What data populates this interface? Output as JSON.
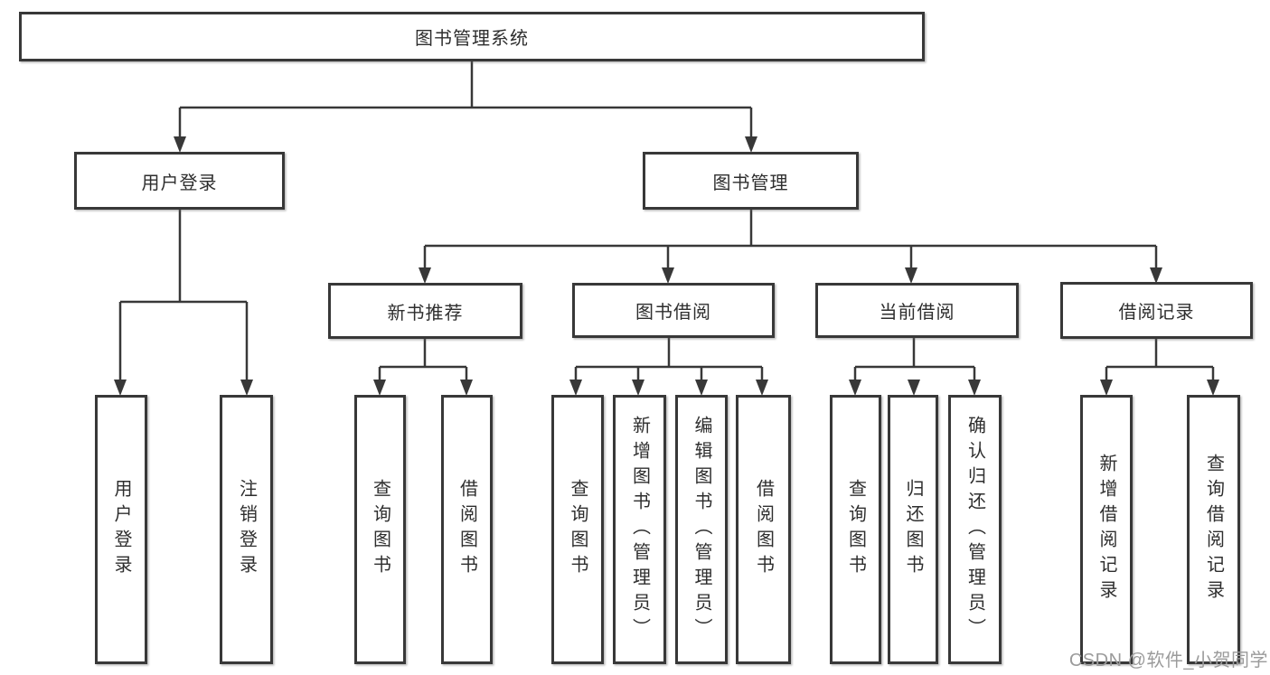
{
  "tree": {
    "root": {
      "label": "图书管理系统",
      "children": [
        {
          "label": "用户登录",
          "children": [
            {
              "label": "用户登录"
            },
            {
              "label": "注销登录"
            }
          ]
        },
        {
          "label": "图书管理",
          "children": [
            {
              "label": "新书推荐",
              "children": [
                {
                  "label": "查询图书"
                },
                {
                  "label": "借阅图书"
                }
              ]
            },
            {
              "label": "图书借阅",
              "children": [
                {
                  "label": "查询图书"
                },
                {
                  "label": "新增图书（管理员）"
                },
                {
                  "label": "编辑图书（管理员）"
                },
                {
                  "label": "借阅图书"
                }
              ]
            },
            {
              "label": "当前借阅",
              "children": [
                {
                  "label": "查询图书"
                },
                {
                  "label": "归还图书"
                },
                {
                  "label": "确认归还（管理员）"
                }
              ]
            },
            {
              "label": "借阅记录",
              "children": [
                {
                  "label": "新增借阅记录"
                },
                {
                  "label": "查询借阅记录"
                }
              ]
            }
          ]
        }
      ]
    }
  },
  "watermark": {
    "text": "CSDN @软件_小贺同学"
  },
  "colors": {
    "line": "#383838",
    "text": "#2e2e2e",
    "watermark_text": "#9b9b9b",
    "background": "#ffffff"
  }
}
